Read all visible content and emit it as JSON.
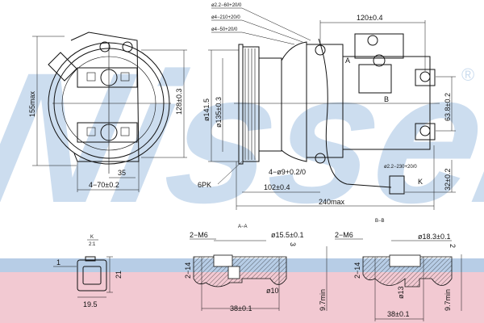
{
  "watermark": {
    "text": "Nissens",
    "mark": "®",
    "color": "#8fb4dc"
  },
  "background": {
    "band_blue": "#b7cde6",
    "band_pink": "#f2c9d2"
  },
  "front_view": {
    "height_max": "155max",
    "bolt_spacing_v": "128±0.3",
    "half_width": "35",
    "bolt_spacing_h": "4−70±0.2"
  },
  "side_view": {
    "pulley_dia": "ø141.5",
    "pulley_groove_dia": "ø135±0.3",
    "belt": "6PK",
    "wire_1": "ø2.2−60+20/0",
    "wire_2": "ø4−210+20/0",
    "wire_3": "ø4−50+20/0",
    "port_spacing": "120±0.4",
    "section_a": "A",
    "section_b": "B",
    "mount_v": "63.8±0.2",
    "mount_holes": "4−ø9+0.2/0",
    "mount_h": "102±0.4",
    "connector_wire": "ø2.2−230+20/0",
    "view_k": "K",
    "connector_offset": "32±0.2",
    "length_max": "240max"
  },
  "connector_view": {
    "title": "K",
    "scale": "2:1",
    "pin": "1",
    "height": "21",
    "width": "19.5"
  },
  "section_aa": {
    "title": "A−A",
    "threads": "2−M6",
    "bore": "ø15.5±0.1",
    "depth": "3",
    "thread_depth": "2−14",
    "hole": "ø10",
    "spacing": "38±0.1",
    "min_depth": "9.7min"
  },
  "section_bb": {
    "title": "B−B",
    "threads": "2−M6",
    "bore": "ø18.3±0.1",
    "depth": "2",
    "thread_depth": "2−14",
    "hole": "ø13",
    "spacing": "38±0.1",
    "min_depth": "9.7min"
  }
}
